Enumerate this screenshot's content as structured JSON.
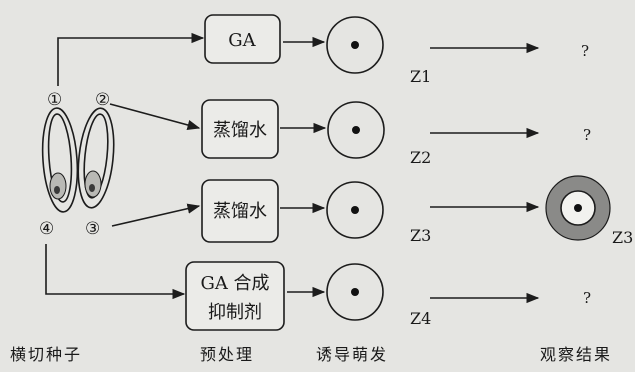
{
  "seed_labels": {
    "n1": "①",
    "n2": "②",
    "n3": "③",
    "n4": "④"
  },
  "treatments": {
    "t1": "GA",
    "t2": "蒸馏水",
    "t3": "蒸馏水",
    "t4_line1": "GA 合成",
    "t4_line2": "抑制剂"
  },
  "germination": {
    "z1": "Z1",
    "z2": "Z2",
    "z3": "Z3",
    "z4": "Z4"
  },
  "results": {
    "r1": "?",
    "r2": "?",
    "r3_label": "Z3",
    "r4": "?"
  },
  "stages": {
    "s1": "横切种子",
    "s2": "预处理",
    "s3": "诱导萌发",
    "s4": "观察结果"
  }
}
